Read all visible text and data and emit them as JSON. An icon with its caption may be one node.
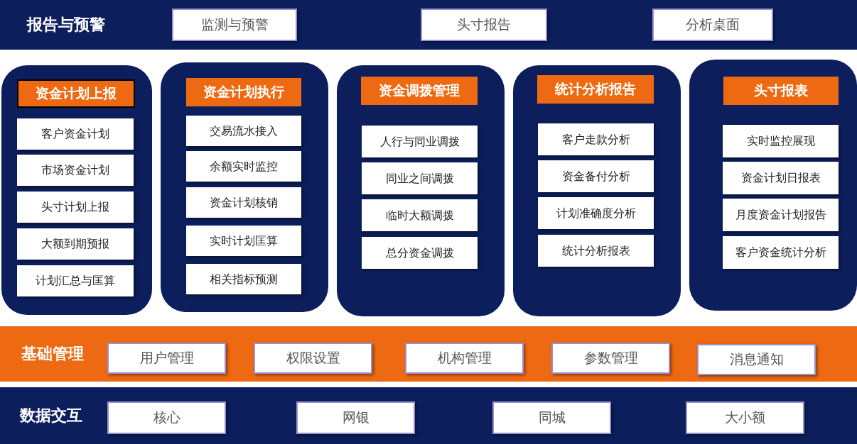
{
  "diagram": {
    "nodes": [
      {
        "text": [
          "报告与预警"
        ]
      },
      {
        "text": [
          "监测与预警"
        ],
        "in": 0
      },
      {
        "text": [
          "头寸报告"
        ],
        "in": 0
      },
      {
        "text": [
          "分析桌面"
        ],
        "in": 0
      },
      {
        "text": [
          "资金计划上报"
        ]
      },
      {
        "text": [
          "客户资金计划"
        ],
        "in": 4
      },
      {
        "text": [
          "市场资金计划"
        ],
        "in": 4
      },
      {
        "text": [
          "头寸计划上报"
        ],
        "in": 4
      },
      {
        "text": [
          "大额到期预报"
        ],
        "in": 4
      },
      {
        "text": [
          "计划汇总与匡算"
        ],
        "in": 4
      },
      {
        "text": [
          "资金计划执行"
        ]
      },
      {
        "text": [
          "交易流水接入"
        ],
        "in": 10
      },
      {
        "text": [
          "余额实时监控"
        ],
        "in": 10
      },
      {
        "text": [
          "资金计划核销"
        ],
        "in": 10
      },
      {
        "text": [
          "实时计划匡算"
        ],
        "in": 10
      },
      {
        "text": [
          "相关指标预测"
        ],
        "in": 10
      },
      {
        "text": [
          "资金调拨管理"
        ]
      },
      {
        "text": [
          "人行与同业调拨"
        ],
        "in": 16
      },
      {
        "text": [
          "同业之间调拨"
        ],
        "in": 16
      },
      {
        "text": [
          "临时大额调拨"
        ],
        "in": 16
      },
      {
        "text": [
          "总分资金调拨"
        ],
        "in": 16
      },
      {
        "text": [
          "统计分析报告"
        ]
      },
      {
        "text": [
          "客户走款分析"
        ],
        "in": 21
      },
      {
        "text": [
          "资金备付分析"
        ],
        "in": 21
      },
      {
        "text": [
          "计划准确度分析"
        ],
        "in": 21
      },
      {
        "text": [
          "统计分析报表"
        ],
        "in": 21
      },
      {
        "text": [
          "头寸报表"
        ]
      },
      {
        "text": [
          "实时监控展现"
        ],
        "in": 26
      },
      {
        "text": [
          "资金计划日报表"
        ],
        "in": 26
      },
      {
        "text": [
          "月度资金计划报告"
        ],
        "in": 26
      },
      {
        "text": [
          "客户资金统计分析"
        ],
        "in": 26
      },
      {
        "text": [
          "基础管理"
        ]
      },
      {
        "text": [
          "用户管理"
        ],
        "in": 31
      },
      {
        "text": [
          "权限设置"
        ],
        "in": 31
      },
      {
        "text": [
          "机构管理"
        ],
        "in": 31
      },
      {
        "text": [
          "参数管理"
        ],
        "in": 31
      },
      {
        "text": [
          "消息通知"
        ],
        "in": 31
      },
      {
        "text": [
          "数据交互"
        ]
      },
      {
        "text": [
          "核心"
        ],
        "in": 37
      },
      {
        "text": [
          "网银"
        ],
        "in": 37
      },
      {
        "text": [
          "同城"
        ],
        "in": 37
      },
      {
        "text": [
          "大小额"
        ],
        "in": 37
      }
    ]
  }
}
